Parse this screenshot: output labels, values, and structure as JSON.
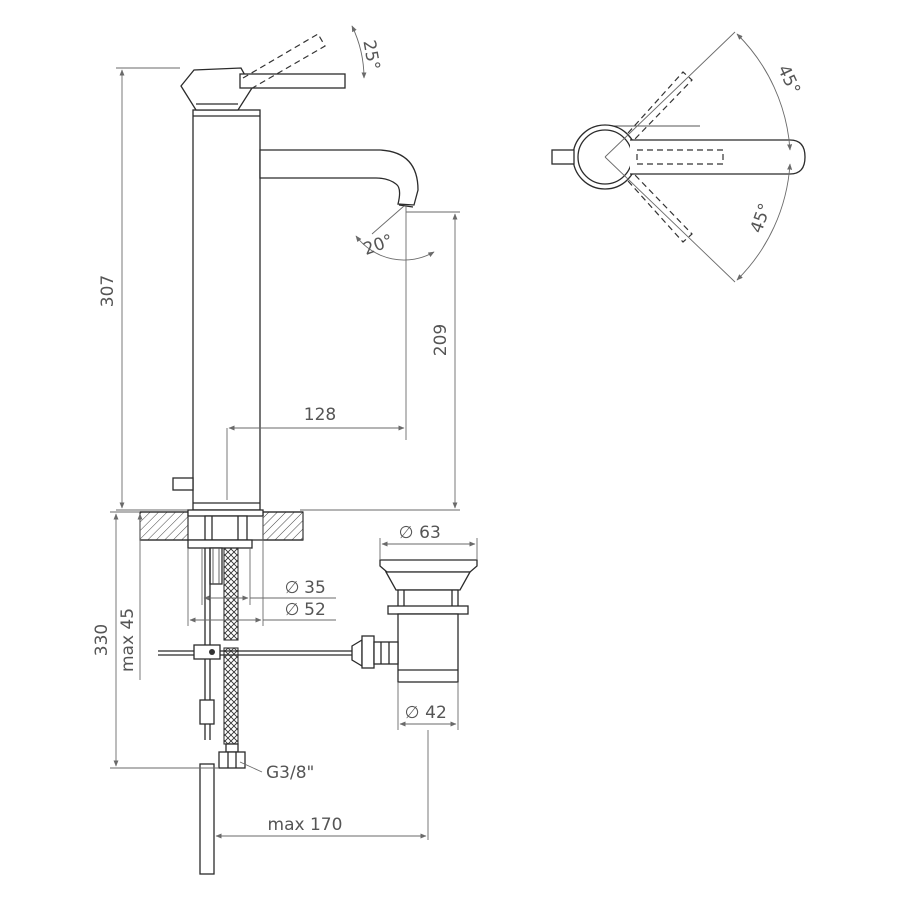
{
  "dimensions": {
    "height_total": "307",
    "spout_height": "209",
    "spout_reach": "128",
    "handle_tilt": "25°",
    "spout_angle": "20°",
    "rotation_top": "45°",
    "rotation_bottom": "45°",
    "waste_top_diameter": "63",
    "hole_diameter_min": "35",
    "hole_diameter_max": "52",
    "waste_body_diameter": "42",
    "hose_length": "330",
    "deck_max_thickness": "max 45",
    "connection_thread": "G3/8\"",
    "waste_offset": "max 170"
  },
  "symbols": {
    "diameter": "∅"
  }
}
